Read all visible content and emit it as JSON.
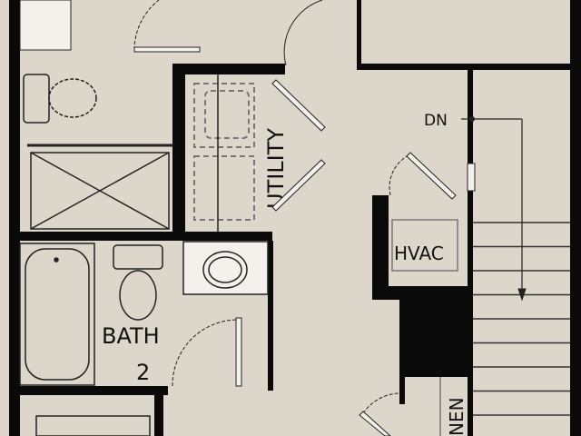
{
  "colors": {
    "floor": "#ddd6cb",
    "wall": "#0a0a0a",
    "fixture": "#f4f1ec",
    "line": "#2a2a2a"
  },
  "labels": {
    "utility": "UTILITY",
    "dn": "DN",
    "hvac": "HVAC",
    "bath": "BATH",
    "bath_number": "2",
    "linen": "NEN"
  }
}
